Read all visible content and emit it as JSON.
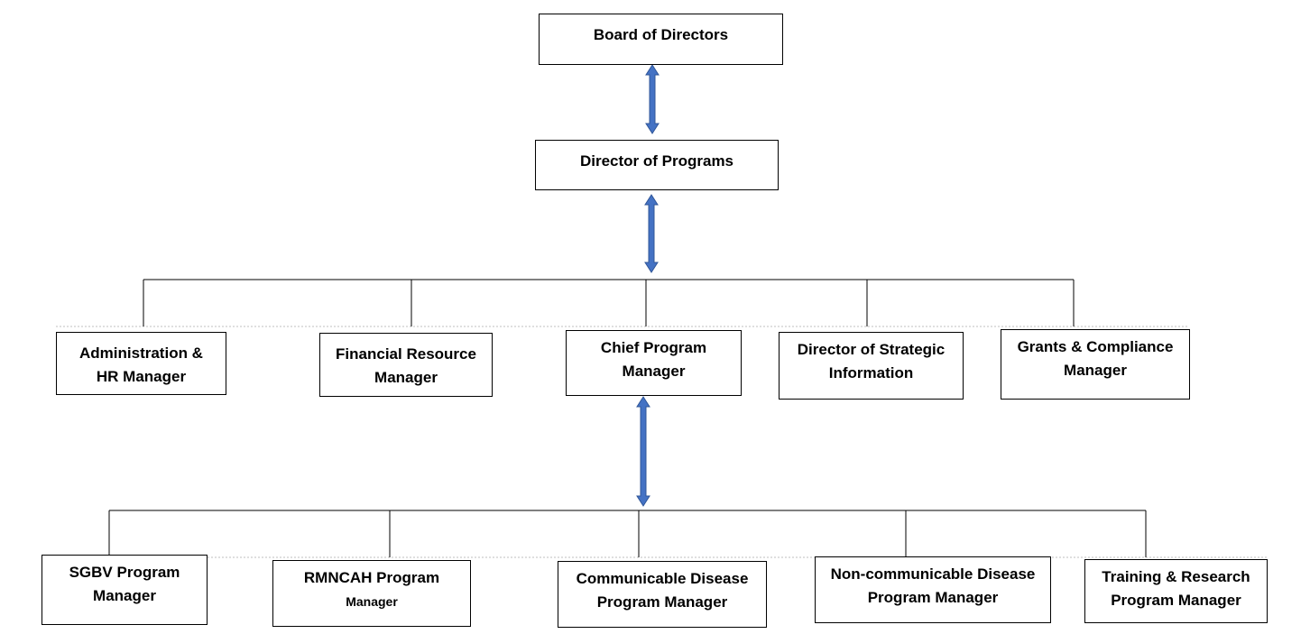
{
  "colors": {
    "arrow_fill": "#4472c4",
    "arrow_stroke": "#2f5597",
    "connector": "#000000",
    "guide": "#bfbfbf"
  },
  "nodes": {
    "board": {
      "lines": [
        "Board of Directors"
      ]
    },
    "director_programs": {
      "lines": [
        "Director of Programs"
      ]
    },
    "admin_hr": {
      "lines": [
        "Administration &",
        "HR Manager"
      ]
    },
    "financial": {
      "lines": [
        "Financial Resource",
        "Manager"
      ]
    },
    "chief_program": {
      "lines": [
        "Chief Program",
        "Manager"
      ]
    },
    "strategic_info": {
      "lines": [
        "Director of Strategic",
        "Information"
      ]
    },
    "grants": {
      "lines": [
        "Grants & Compliance",
        "Manager"
      ]
    },
    "sgbv": {
      "lines": [
        "SGBV Program",
        "Manager"
      ]
    },
    "rmncah": {
      "lines": [
        "RMNCAH Program",
        "Manager"
      ]
    },
    "communicable": {
      "lines": [
        "Communicable Disease",
        "Program Manager"
      ]
    },
    "non_communicable": {
      "lines": [
        "Non-communicable Disease",
        "Program Manager"
      ]
    },
    "training_research": {
      "lines": [
        "Training & Research",
        "Program Manager"
      ]
    }
  }
}
